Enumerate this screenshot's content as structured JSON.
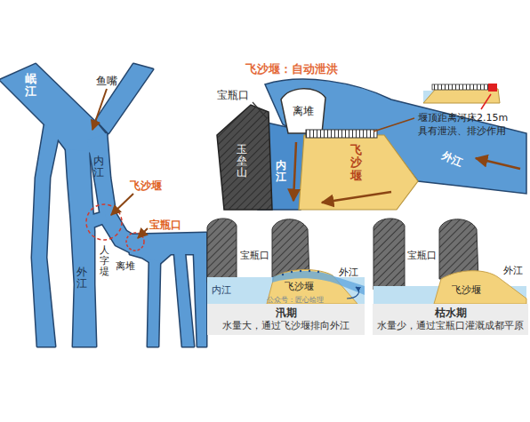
{
  "diagram": {
    "nodes": [
      {
        "text": [
          "汛期",
          "水量大，通过飞沙堰排向外江"
        ]
      },
      {
        "text": [
          "枯水期",
          "水量少，通过宝瓶口灌溉成都平原"
        ]
      }
    ],
    "labels": [
      "岷江",
      "鱼嘴",
      "内江",
      "飞沙堰",
      "宝瓶口",
      "外江",
      "人字堤",
      "离堆",
      "飞沙堰：自动泄洪",
      "宝瓶口",
      "离堆",
      "玉垒山",
      "内江",
      "飞沙堰",
      "外江",
      "堰顶距离河床2.15m",
      "具有泄洪、排沙作用",
      "宝瓶口",
      "内江",
      "飞沙堰",
      "外江",
      "公众号：匠心绘理",
      "宝瓶口",
      "飞沙堰",
      "外江"
    ]
  }
}
